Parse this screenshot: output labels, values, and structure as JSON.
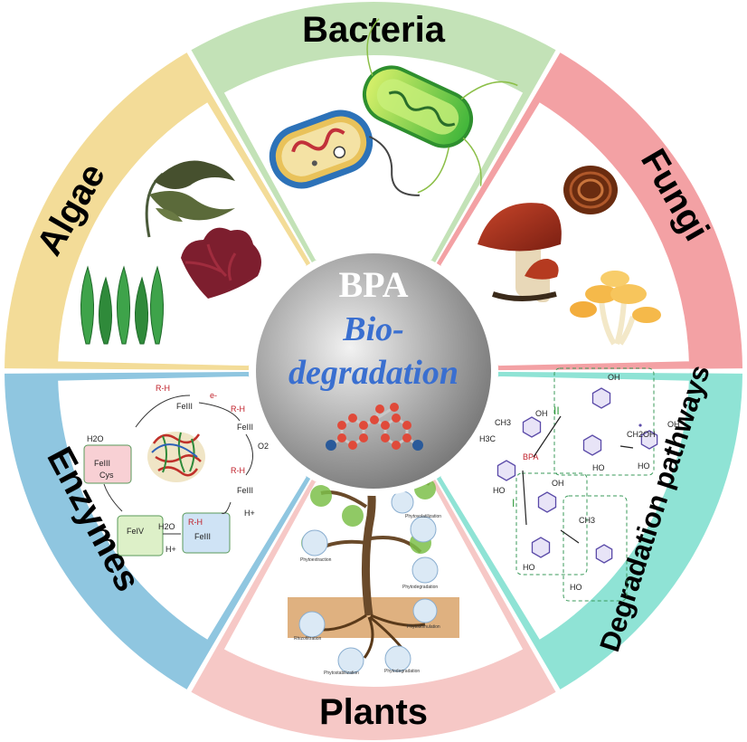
{
  "center": {
    "title": "BPA",
    "subtitle_line1": "Bio-",
    "subtitle_line2": "degradation"
  },
  "sectors": {
    "bacteria": "Bacteria",
    "fungi": "Fungi",
    "degradation": "Degradation pathways",
    "plants": "Plants",
    "enzymes": "Enzymes",
    "algae": "Algae"
  },
  "colors": {
    "bacteria": "#c3e2b7",
    "fungi": "#f3a1a4",
    "degradation": "#8fe3d5",
    "plants": "#f6c8c6",
    "enzymes": "#8fc6e0",
    "algae": "#f3dc98"
  },
  "enzyme_cycle": {
    "rh1": "R-H",
    "rh2": "R-H",
    "rh3": "R-H",
    "rh4": "R-H",
    "electron": "e-",
    "water1": "H2O",
    "water2": "H2O",
    "proton1": "H+",
    "proton2": "H+",
    "o2": "O2",
    "fe_iii_1": "FeIII",
    "fe_iii_2": "FeIII",
    "fe_iii_3": "FeIII",
    "fe_iv": "FeIV",
    "fe_iii_4": "FeIII",
    "cys": "Cys"
  },
  "pathways": {
    "bpa": "BPA",
    "route1": "I",
    "route2": "II",
    "oh": "OH",
    "ho": "HO",
    "h3c": "H3C",
    "ch3": "CH3",
    "ch2oh": "CH2OH"
  },
  "plant_labels": {
    "l1": "Phytovolatilization",
    "l2": "Phytoextraction",
    "l3": "Phytodegradation",
    "l4": "Phytostimulation",
    "l5": "Rhizofiltration",
    "l6": "Phytostabilization",
    "l7": "Phytodegradation"
  }
}
